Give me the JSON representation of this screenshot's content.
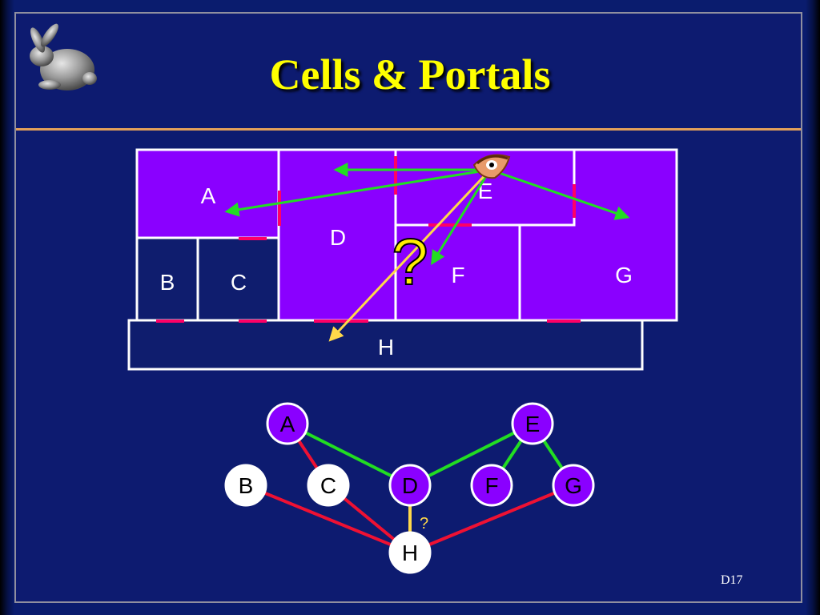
{
  "slide": {
    "title": "Cells & Portals",
    "footer": "D17",
    "logo_icon": "stanford-bunny-icon"
  },
  "floorplan": {
    "cells": [
      {
        "id": "A",
        "label": "A",
        "color": "#8a00ff"
      },
      {
        "id": "B",
        "label": "B",
        "color": "#0f1d6e"
      },
      {
        "id": "C",
        "label": "C",
        "color": "#0f1d6e"
      },
      {
        "id": "D",
        "label": "D",
        "color": "#8a00ff"
      },
      {
        "id": "E",
        "label": "E",
        "color": "#8a00ff"
      },
      {
        "id": "F",
        "label": "F",
        "color": "#8a00ff"
      },
      {
        "id": "G",
        "label": "G",
        "color": "#8a00ff"
      },
      {
        "id": "H",
        "label": "H",
        "color": "#0f1d6e"
      }
    ],
    "question_mark": "?",
    "viewer_icon": "eye-icon",
    "portal_color": "#ff0066",
    "sight_line_color": "#22dd22",
    "highlight_line_color": "#ffd84a"
  },
  "graph": {
    "nodes": [
      {
        "id": "A",
        "label": "A",
        "visible": true
      },
      {
        "id": "B",
        "label": "B",
        "visible": false
      },
      {
        "id": "C",
        "label": "C",
        "visible": false
      },
      {
        "id": "D",
        "label": "D",
        "visible": true
      },
      {
        "id": "E",
        "label": "E",
        "visible": true
      },
      {
        "id": "F",
        "label": "F",
        "visible": true
      },
      {
        "id": "G",
        "label": "G",
        "visible": true
      },
      {
        "id": "H",
        "label": "H",
        "visible": false
      }
    ],
    "edges": [
      {
        "from": "A",
        "to": "D",
        "type": "visible"
      },
      {
        "from": "E",
        "to": "D",
        "type": "visible"
      },
      {
        "from": "E",
        "to": "F",
        "type": "visible"
      },
      {
        "from": "E",
        "to": "G",
        "type": "visible"
      },
      {
        "from": "A",
        "to": "C",
        "type": "not-visible"
      },
      {
        "from": "B",
        "to": "H",
        "type": "not-visible"
      },
      {
        "from": "C",
        "to": "H",
        "type": "not-visible"
      },
      {
        "from": "G",
        "to": "H",
        "type": "not-visible"
      },
      {
        "from": "D",
        "to": "H",
        "type": "unknown"
      }
    ],
    "unknown_label": "?",
    "colors": {
      "visible_node": "#8a00ff",
      "hidden_node": "#ffffff",
      "visible_edge": "#22dd22",
      "not_visible_edge": "#ee1133",
      "unknown_edge": "#ffd84a"
    }
  }
}
